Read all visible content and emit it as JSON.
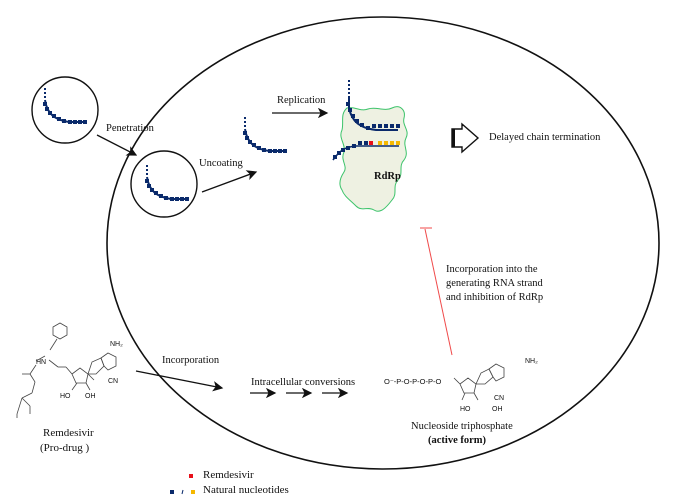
{
  "labels": {
    "penetration": "Penetration",
    "uncoating": "Uncoating",
    "replication": "Replication",
    "rdrp": "RdRp",
    "delayed": "Delayed chain termination",
    "incorporation_note": [
      "Incorporation into the",
      "generating RNA strand",
      "and inhibition of RdRp"
    ],
    "incorporation": "Incorporation",
    "intracellular": "Intracellular conversions",
    "remdesivir": "Remdesivir",
    "prodrug": "(Pro-drug )",
    "ntp": "Nucleoside triphosphate",
    "active": "(active form)"
  },
  "chem": {
    "nh2": "NH₂",
    "hn": "HN",
    "o": "O",
    "p": "P",
    "n": "N",
    "cn": "CN",
    "ho": "HO",
    "oh": "OH",
    "phosphate_chain": "O⁻-P-O-P-O-P-O"
  },
  "legend": [
    {
      "label": "Remdesivir",
      "colors": [
        "#e8101a"
      ]
    },
    {
      "label": "Natural nucleotides",
      "colors": [
        "#0a2a6b",
        "#f5b800"
      ]
    }
  ],
  "colors": {
    "rna": "#0a2a6b",
    "remdesivir": "#e8101a",
    "natural": "#f5b800",
    "rdrp_fill": "#eef1e2",
    "rdrp_stroke": "#3cc36a",
    "inhibition": "#f04a4a"
  }
}
